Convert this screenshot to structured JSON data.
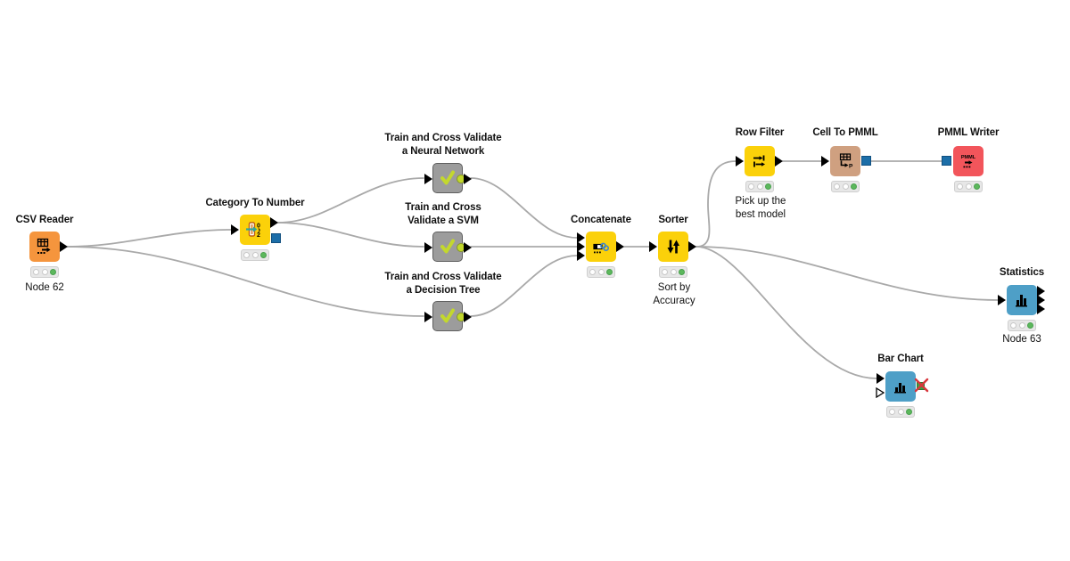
{
  "workflow": {
    "app": "KNIME workflow canvas",
    "colors": {
      "node_orange": "#F5953D",
      "node_yellow": "#FBD10A",
      "node_gray": "#9C9C9C",
      "node_tan": "#CFA080",
      "node_red": "#F2555B",
      "node_blue": "#4E9FC7",
      "pmml_port_blue": "#1C6EA8",
      "wire_gray": "#A9A9A9",
      "status_green": "#5CB85C",
      "metanode_check_green": "#C3D82D",
      "error_x_red": "#D8363C"
    },
    "nodes": [
      {
        "id": "csv-reader",
        "label": "CSV Reader",
        "annotation": "Node 62",
        "status": "green"
      },
      {
        "id": "category-to-number",
        "label": "Category To Number",
        "status": "green"
      },
      {
        "id": "train-neural-network",
        "label": "Train and Cross Validate\na Neural Network"
      },
      {
        "id": "train-svm",
        "label": "Train and Cross\nValidate a SVM"
      },
      {
        "id": "train-decision-tree",
        "label": "Train and Cross Validate\na Decision Tree"
      },
      {
        "id": "concatenate",
        "label": "Concatenate",
        "status": "green"
      },
      {
        "id": "sorter",
        "label": "Sorter",
        "annotation": "Sort by\nAccuracy",
        "status": "green"
      },
      {
        "id": "row-filter",
        "label": "Row Filter",
        "annotation": "Pick up the\nbest model",
        "status": "green"
      },
      {
        "id": "cell-to-pmml",
        "label": "Cell To PMML",
        "status": "green"
      },
      {
        "id": "pmml-writer",
        "label": "PMML Writer",
        "status": "green"
      },
      {
        "id": "statistics",
        "label": "Statistics",
        "annotation": "Node 63",
        "status": "green"
      },
      {
        "id": "bar-chart",
        "label": "Bar Chart",
        "status": "green"
      }
    ],
    "connections": [
      {
        "from": "csv-reader",
        "to": "category-to-number"
      },
      {
        "from": "csv-reader",
        "to": "train-decision-tree"
      },
      {
        "from": "category-to-number",
        "to": "train-neural-network"
      },
      {
        "from": "category-to-number",
        "to": "train-svm"
      },
      {
        "from": "train-neural-network",
        "to": "concatenate"
      },
      {
        "from": "train-svm",
        "to": "concatenate"
      },
      {
        "from": "train-decision-tree",
        "to": "concatenate"
      },
      {
        "from": "concatenate",
        "to": "sorter"
      },
      {
        "from": "sorter",
        "to": "row-filter"
      },
      {
        "from": "sorter",
        "to": "statistics"
      },
      {
        "from": "sorter",
        "to": "bar-chart"
      },
      {
        "from": "row-filter",
        "to": "cell-to-pmml"
      },
      {
        "from": "cell-to-pmml",
        "to": "pmml-writer"
      }
    ]
  }
}
